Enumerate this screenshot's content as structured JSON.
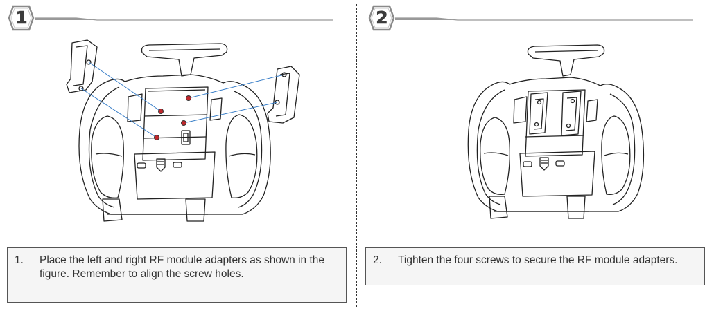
{
  "steps": [
    {
      "number": "1",
      "caption_number": "1.",
      "caption_text": "Place the left and right RF module adapters as shown in the figure. Remember to align the screw holes."
    },
    {
      "number": "2",
      "caption_number": "2.",
      "caption_text": "Tighten the four screws to secure the RF module adapters."
    }
  ],
  "colors": {
    "line_art": "#222222",
    "guide_lines": "#3a7fc8",
    "screw_marker": "#c0282d",
    "caption_background": "#f5f5f5"
  }
}
